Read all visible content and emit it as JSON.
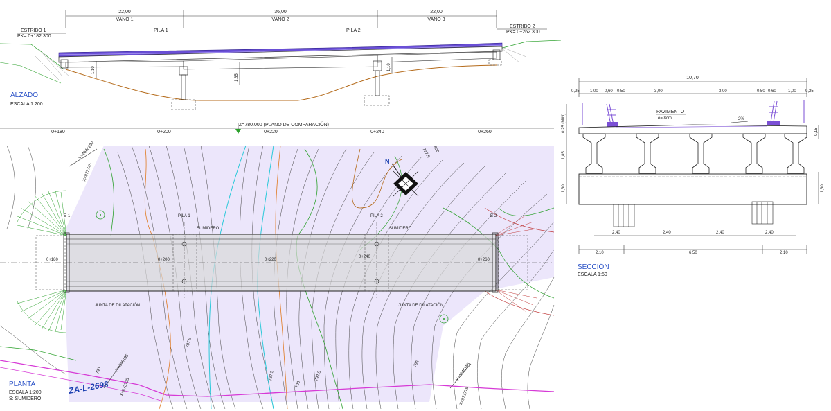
{
  "elevation": {
    "title": "ALZADO",
    "scale": "ESCALA 1:200",
    "spans": [
      {
        "length": "22,00",
        "name": "VANO 1"
      },
      {
        "length": "36,00",
        "name": "VANO 2"
      },
      {
        "length": "22,00",
        "name": "VANO 3"
      }
    ],
    "abutment1": {
      "name": "ESTRIBO 1",
      "pk": "PK= 0+182.300"
    },
    "abutment2": {
      "name": "ESTRIBO 2",
      "pk": "PK= 0+262.300"
    },
    "piers": [
      "PILA 1",
      "PILA 2"
    ],
    "heights": [
      "1,10",
      "1,85",
      "1,10"
    ],
    "reference_plane": "Z=780.000 (PLANO DE COMPARACIÓN)",
    "chainages": [
      "0+180",
      "0+200",
      "0+220",
      "0+240",
      "0+260"
    ]
  },
  "plan": {
    "title": "PLANTA",
    "scale": "ESCALA 1:200",
    "legend": "S: SUMIDERO",
    "road": "ZA-L-2698",
    "abutment_labels": [
      "E-1",
      "E-2"
    ],
    "piers": [
      "PILA 1",
      "PILA 2"
    ],
    "drain": "SUMIDERO",
    "joint": "JUNTA DE DILATACIÓN",
    "chainages": [
      "0+180",
      "0+200",
      "0+220",
      "0+240",
      "0+260"
    ],
    "contours": [
      "790",
      "787.5",
      "787.5",
      "790",
      "792.5",
      "795",
      "797.5",
      "800"
    ],
    "coords": [
      "Y=4646230",
      "X=873745",
      "Y=4646195",
      "X=873725",
      "Y=4646155",
      "X=873775"
    ],
    "north": "N"
  },
  "section": {
    "title": "SECCIÓN",
    "scale": "ESCALA 1:50",
    "total_width": "10,70",
    "top_dims": [
      "0,25",
      "1,00",
      "0,60",
      "0,50",
      "3,00",
      "3,00",
      "0,50",
      "0,60",
      "1,00",
      "0,25"
    ],
    "pavement": "PAVIMENTO",
    "pavement_thickness": "e= 8cm",
    "slope": "2%",
    "left_dims": [
      "0,25 (MIN)",
      "1,85",
      "1,30"
    ],
    "right_dims": [
      "0,15",
      "1,30"
    ],
    "beam_spacing": [
      "2,40",
      "2,40",
      "2,40",
      "2,40"
    ],
    "bottom_dims": [
      "2,10",
      "6,50",
      "2,10"
    ]
  }
}
